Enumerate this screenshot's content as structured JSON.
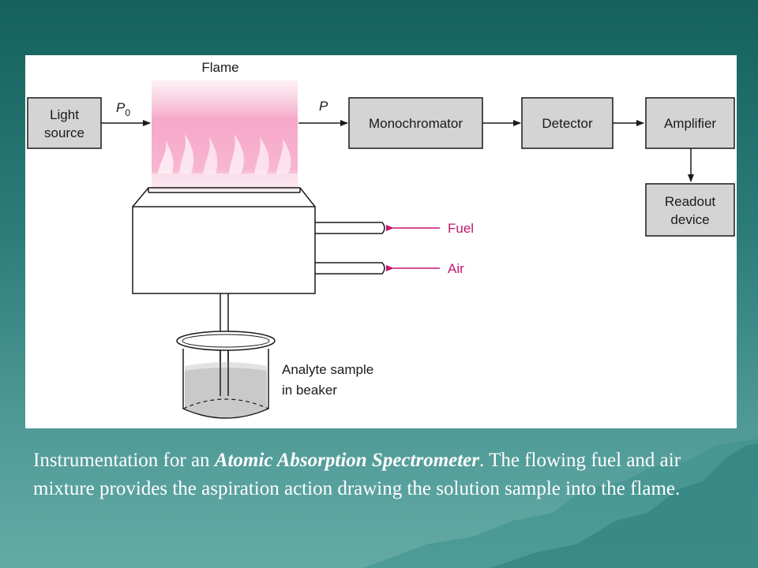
{
  "diagram": {
    "flame_label": "Flame",
    "p0_symbol": "P",
    "p0_subscript": "0",
    "p_symbol": "P",
    "light_source": [
      "Light",
      "source"
    ],
    "monochromator": "Monochromator",
    "detector": "Detector",
    "amplifier": "Amplifier",
    "readout": [
      "Readout",
      "device"
    ],
    "fuel": "Fuel",
    "air": "Air",
    "sample": [
      "Analyte sample",
      "in beaker"
    ]
  },
  "caption": {
    "part1": "Instrumentation for an ",
    "emphasis": "Atomic Absorption Spectrometer",
    "part2": ".  The flowing fuel and air mixture provides the aspiration action drawing the solution sample into the flame."
  },
  "colors": {
    "accent_magenta": "#c2166e",
    "box_fill": "#d4d4d4",
    "background_teal": "#2b7c79"
  }
}
